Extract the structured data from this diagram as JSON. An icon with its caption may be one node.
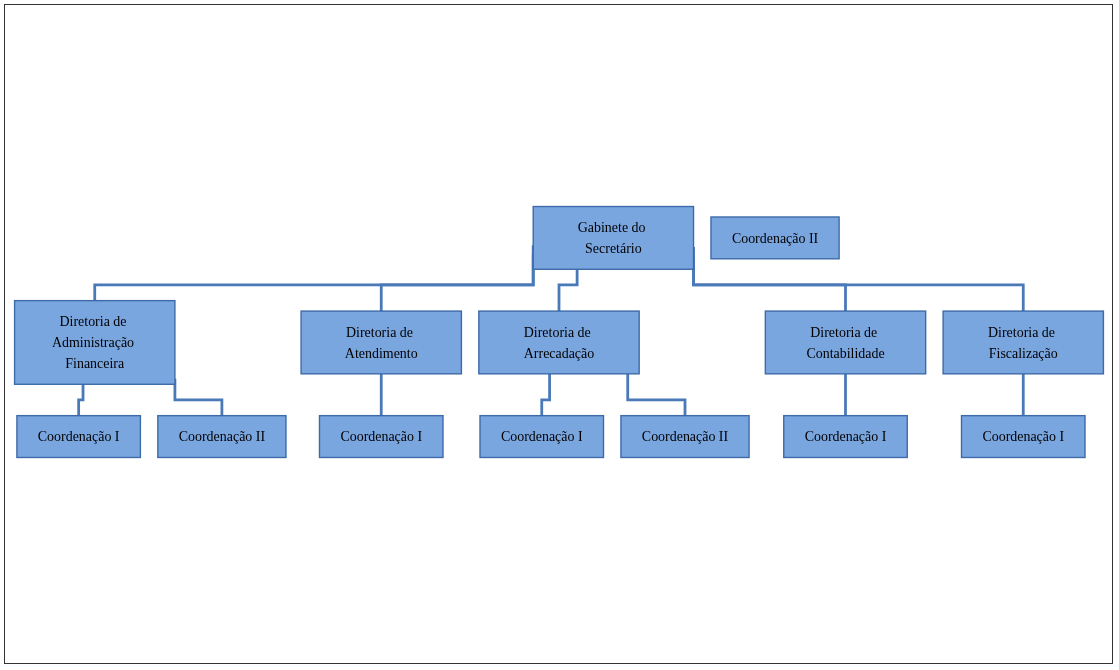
{
  "diagram": {
    "nodes": [
      {
        "text": [
          "Gabinete do Secretário"
        ]
      },
      {
        "text": [
          "Coordenação II"
        ]
      },
      {
        "text": [
          "Diretoria de Administração Financeira"
        ]
      },
      {
        "text": [
          "Diretoria de Atendimento"
        ]
      },
      {
        "text": [
          "Diretoria de Arrecadação"
        ]
      },
      {
        "text": [
          "Diretoria de Contabilidade"
        ]
      },
      {
        "text": [
          "Diretoria de Fiscalização"
        ]
      },
      {
        "text": [
          "Coordenação I"
        ]
      },
      {
        "text": [
          "Coordenação II"
        ]
      },
      {
        "text": [
          "Coordenação I"
        ]
      },
      {
        "text": [
          "Coordenação I"
        ]
      },
      {
        "text": [
          "Coordenação II"
        ]
      },
      {
        "text": [
          "Coordenação I"
        ]
      },
      {
        "text": [
          "Coordenação I"
        ]
      }
    ],
    "edges": [
      {
        "from": 0,
        "to": 2,
        "arrow": "none"
      },
      {
        "from": 0,
        "to": 3,
        "arrow": "none"
      },
      {
        "from": 0,
        "to": 4,
        "arrow": "none"
      },
      {
        "from": 0,
        "to": 5,
        "arrow": "none"
      },
      {
        "from": 0,
        "to": 6,
        "arrow": "none"
      },
      {
        "from": 2,
        "to": 7,
        "arrow": "none"
      },
      {
        "from": 2,
        "to": 8,
        "arrow": "none"
      },
      {
        "from": 3,
        "to": 9,
        "arrow": "none"
      },
      {
        "from": 4,
        "to": 10,
        "arrow": "none"
      },
      {
        "from": 4,
        "to": 11,
        "arrow": "none"
      },
      {
        "from": 5,
        "to": 12,
        "arrow": "none"
      },
      {
        "from": 6,
        "to": 13,
        "arrow": "none"
      }
    ]
  }
}
